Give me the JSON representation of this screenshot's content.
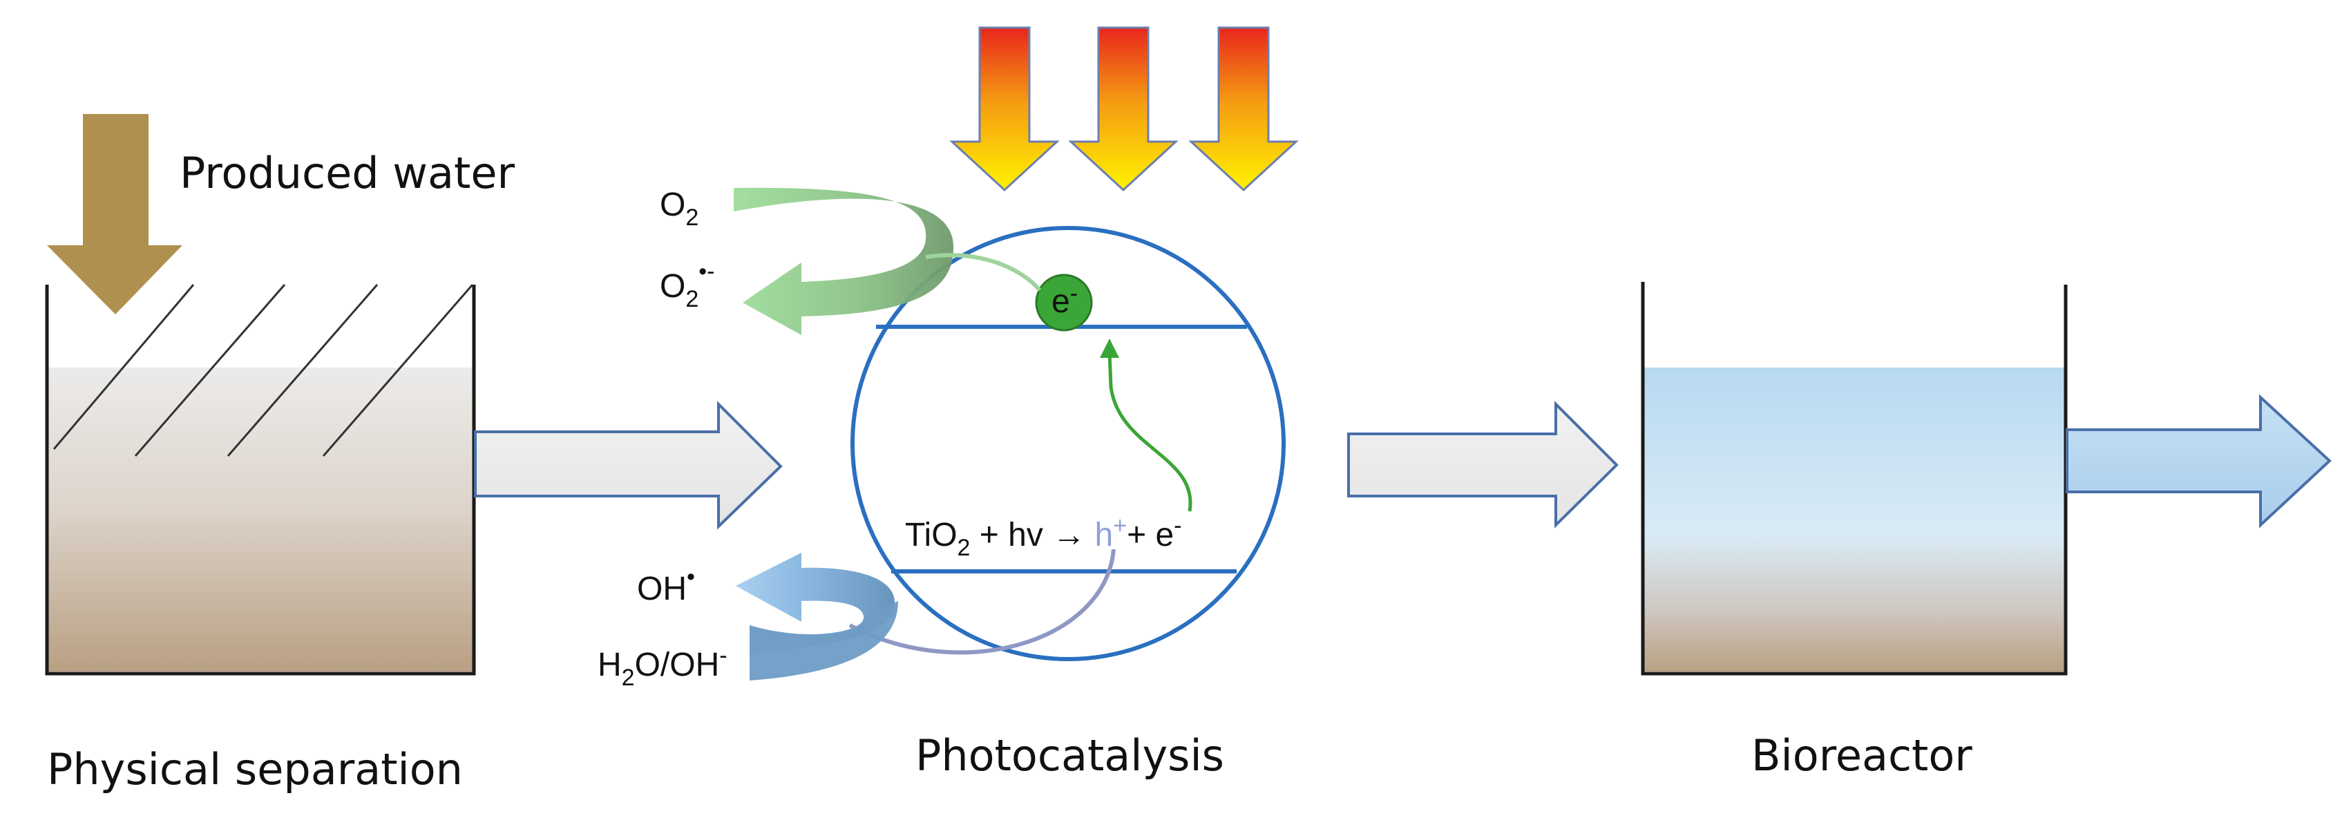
{
  "labels": {
    "produced_water": "Produced water",
    "physical_separation": "Physical separation",
    "photocatalysis": "Photocatalysis",
    "bioreactor": "Bioreactor"
  },
  "chemistry": {
    "o2_base": "O",
    "o2_sub": "2",
    "superoxide_base": "O",
    "superoxide_sub": "2",
    "superoxide_sup": "•-",
    "hydroxyl_base": "OH",
    "hydroxyl_sup": "•",
    "water_base": "H",
    "water_sub": "2",
    "water_rest": "O/OH",
    "water_sup": "-",
    "electron_base": "e",
    "electron_sup": "-",
    "reaction_tio": "TiO",
    "reaction_sub": "2",
    "reaction_mid": " + hv → ",
    "reaction_h": "h",
    "reaction_h_sup": "+",
    "reaction_end": "+ e",
    "reaction_end_sup": "-"
  },
  "colors": {
    "tank_outline": "#1a1a1a",
    "brown_arrow": "#b0904f",
    "catalyst_blue": "#2a6fc0",
    "electron_green": "#3aa637",
    "green_arrow": "#8ccf8a",
    "blue_arrow": "#7fb0dc",
    "flow_arrow_fill": "#ececec",
    "flow_arrow_stroke": "#4a6fa8",
    "bio_water": "#bcdcf2",
    "sludge": "#b9a083",
    "light_top": "#e8261c",
    "light_bottom": "#fff200"
  }
}
